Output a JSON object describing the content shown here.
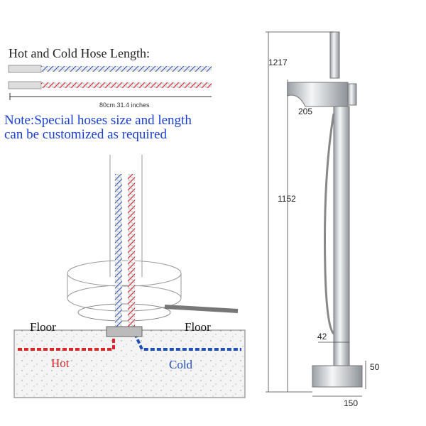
{
  "hose": {
    "title": "Hot and Cold Hose Length:",
    "length_label": "80cm  31.4 inches",
    "note_line1": "Note:Special hoses size and length",
    "note_line2": "can be customized as required"
  },
  "install": {
    "floor_left": "Floor",
    "floor_right": "Floor",
    "hot_label": "Hot",
    "cold_label": "Cold"
  },
  "faucet": {
    "dim_total_height": "1217",
    "dim_spout_reach": "205",
    "dim_spout_height": "1152",
    "dim_pipe_width": "42",
    "dim_base_height": "50",
    "dim_base_width": "150"
  },
  "colors": {
    "hot": "#d8262b",
    "cold": "#1f4fb4",
    "note": "#1a3fd0",
    "chrome": "#c9ccd0"
  }
}
